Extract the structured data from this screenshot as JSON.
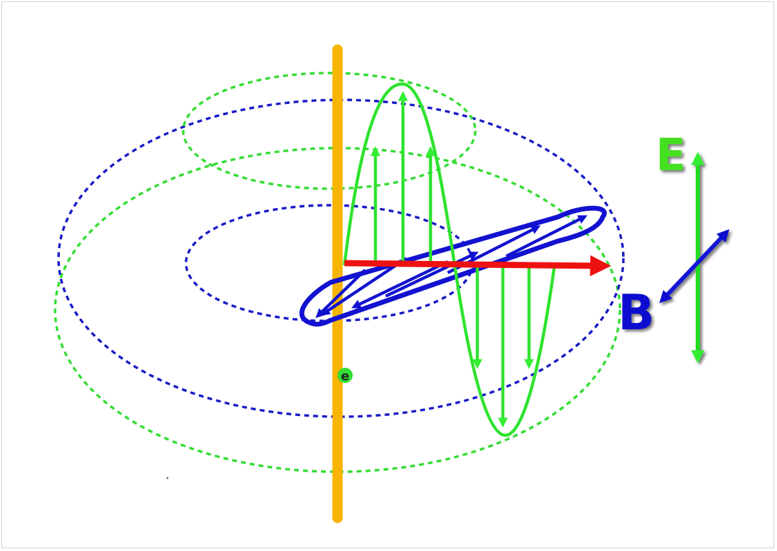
{
  "labels": {
    "electric_field": "E",
    "magnetic_field": "B",
    "electron": "e"
  },
  "colors": {
    "electric": "#33ee33",
    "magnetic": "#1010d0",
    "propagation": "#ee1111",
    "antenna": "#f7b500",
    "background": "#ffffff"
  }
}
